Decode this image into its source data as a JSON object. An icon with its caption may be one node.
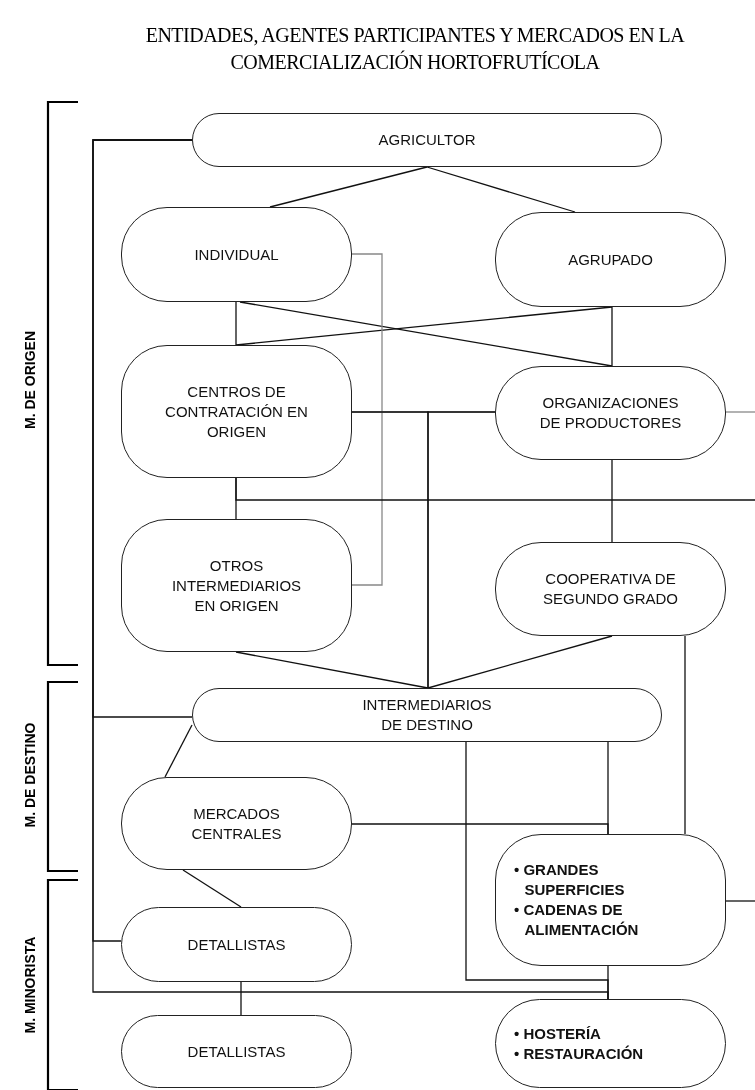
{
  "diagram": {
    "title": "ENTIDADES, AGENTES PARTICIPANTES Y MERCADOS EN LA COMERCIALIZACIÓN HORTOFRUTÍCOLA",
    "nodes": [
      {
        "text": [
          "AGRICULTOR"
        ]
      },
      {
        "text": [
          "INDIVIDUAL"
        ]
      },
      {
        "text": [
          "AGRUPADO"
        ]
      },
      {
        "text": [
          "CENTROS DE CONTRATACIÓN EN ORIGEN"
        ]
      },
      {
        "text": [
          "ORGANIZACIONES DE PRODUCTORES"
        ]
      },
      {
        "text": [
          "OTROS INTERMEDIARIOS EN ORIGEN"
        ]
      },
      {
        "text": [
          "COOPERATIVA DE SEGUNDO GRADO"
        ]
      },
      {
        "text": [
          "INTERMEDIARIOS DE DESTINO"
        ]
      },
      {
        "text": [
          "MERCADOS CENTRALES"
        ]
      },
      {
        "text": [
          "• GRANDES SUPERFICIES",
          "• CADENAS DE ALIMENTACIÓN"
        ]
      },
      {
        "text": [
          "DETALLISTAS"
        ]
      },
      {
        "text": [
          "DETALLISTAS"
        ]
      },
      {
        "text": [
          "• HOSTERÍA",
          "• RESTAURACIÓN"
        ]
      }
    ],
    "edges": [
      {
        "from": 0,
        "to": 1,
        "arrow": "none"
      },
      {
        "from": 0,
        "to": 2,
        "arrow": "none"
      },
      {
        "from": 1,
        "to": 3,
        "arrow": "none"
      },
      {
        "from": 1,
        "to": 4,
        "arrow": "none"
      },
      {
        "from": 2,
        "to": 3,
        "arrow": "none"
      },
      {
        "from": 2,
        "to": 4,
        "arrow": "none"
      },
      {
        "from": 1,
        "to": 5,
        "arrow": "none",
        "color": "#888888"
      },
      {
        "from": 3,
        "to": 4,
        "arrow": "none",
        "color": "#888888"
      },
      {
        "from": 4,
        "to": null,
        "arrow": "none",
        "color": "#888888"
      },
      {
        "from": 3,
        "to": 7,
        "arrow": "none"
      },
      {
        "from": 4,
        "to": 7,
        "arrow": "none"
      },
      {
        "from": 3,
        "to": 5,
        "arrow": "none"
      },
      {
        "from": 3,
        "to": null,
        "arrow": "none"
      },
      {
        "from": 4,
        "to": 6,
        "arrow": "none"
      },
      {
        "from": 5,
        "to": 7,
        "arrow": "none"
      },
      {
        "from": 6,
        "to": 7,
        "arrow": "none"
      },
      {
        "from": 6,
        "to": 9,
        "arrow": "none"
      },
      {
        "from": 0,
        "to": 7,
        "arrow": "none"
      },
      {
        "from": 0,
        "to": 10,
        "arrow": "none"
      },
      {
        "from": 0,
        "to": 12,
        "arrow": "none"
      },
      {
        "from": 7,
        "to": 8,
        "arrow": "none"
      },
      {
        "from": 7,
        "to": 9,
        "arrow": "none"
      },
      {
        "from": 8,
        "to": 9,
        "arrow": "none"
      },
      {
        "from": 7,
        "to": 12,
        "arrow": "none"
      },
      {
        "from": 9,
        "to": 12,
        "arrow": "none"
      },
      {
        "from": 8,
        "to": 10,
        "arrow": "none"
      },
      {
        "from": 10,
        "to": 11,
        "arrow": "none"
      },
      {
        "from": 9,
        "to": null,
        "arrow": "none"
      }
    ],
    "labels": [
      "M. DE ORIGEN",
      "M. DE DESTINO",
      "M. MINORISTA"
    ]
  }
}
